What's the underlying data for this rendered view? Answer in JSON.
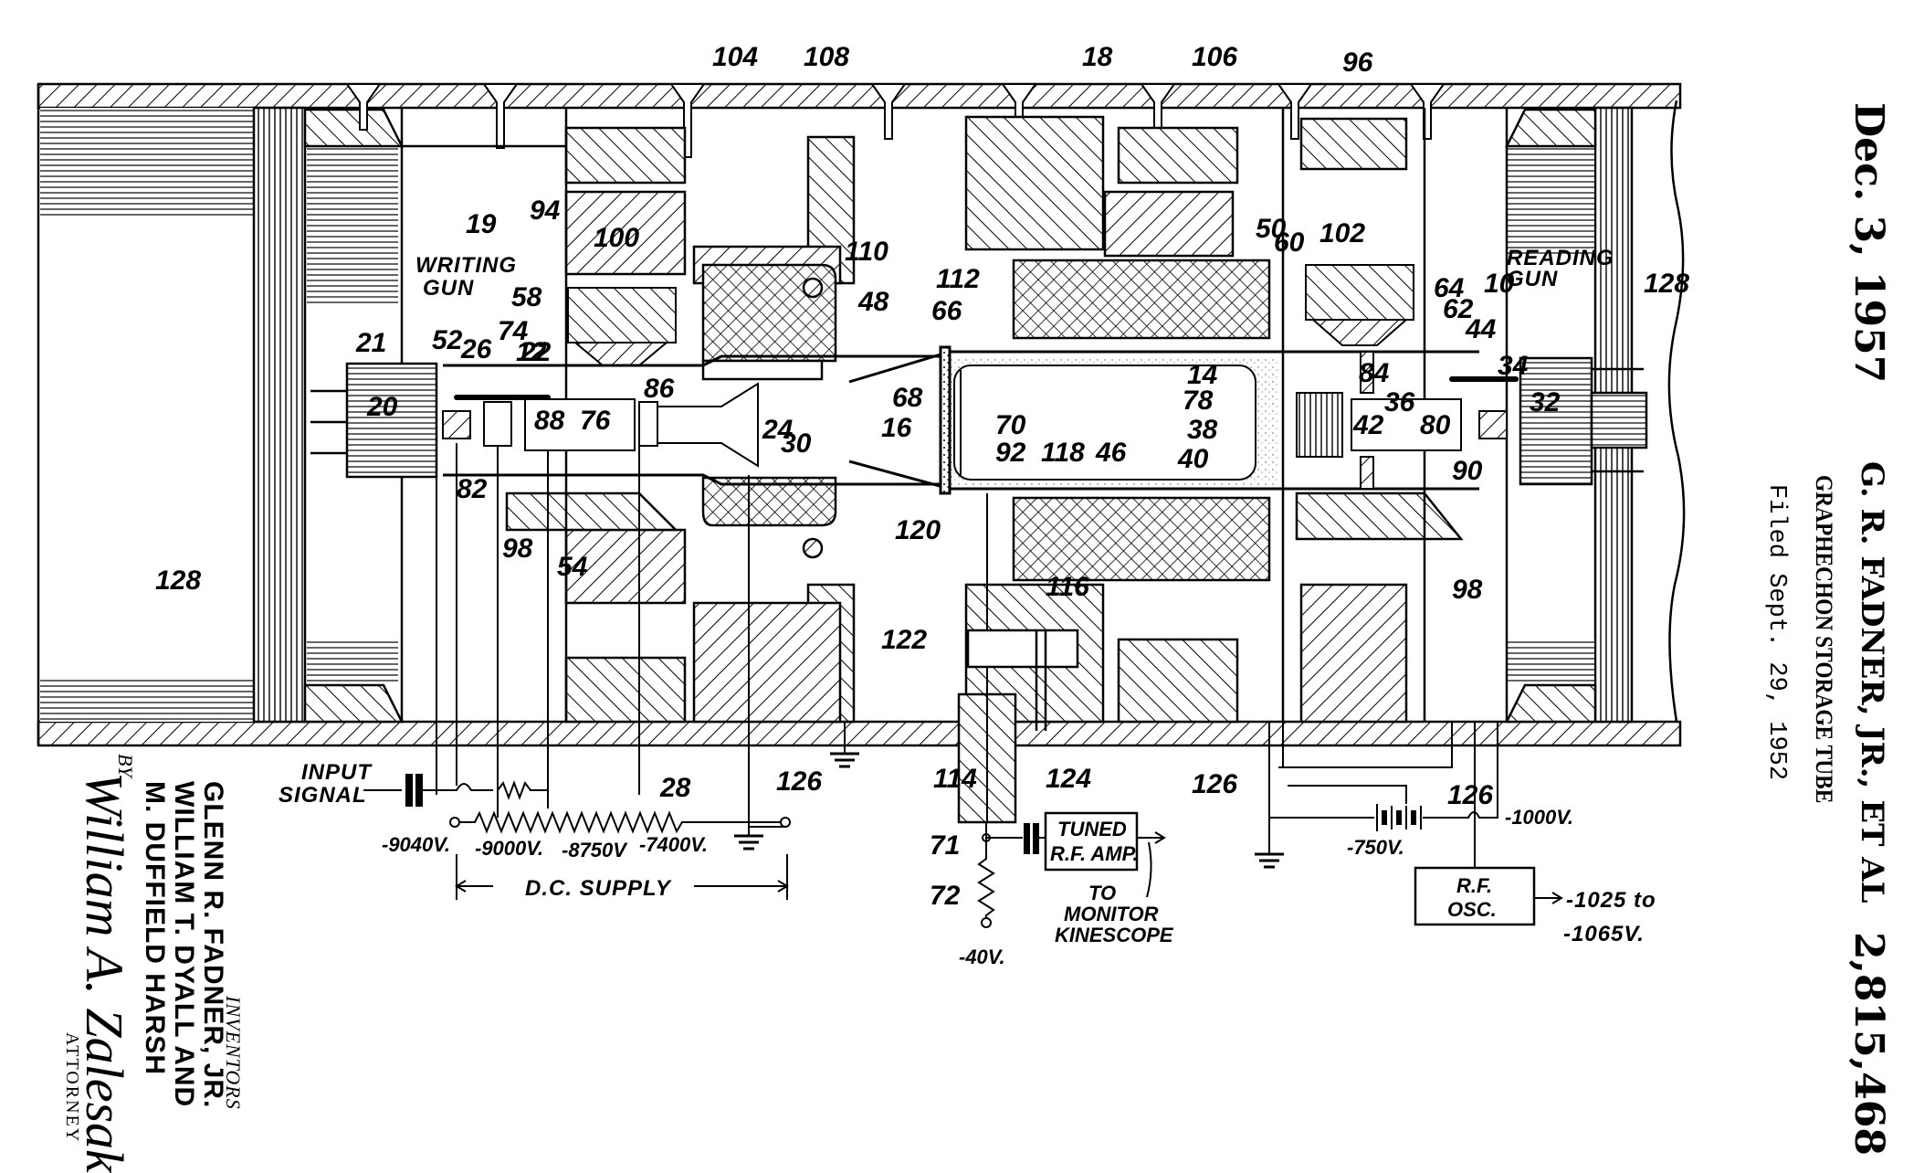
{
  "header": {
    "date": "Dec. 3, 1957",
    "inventor_line": "G. R. FADNER, JR., ET AL",
    "title": "GRAPHECHON STORAGE TUBE",
    "filed": "Filed Sept. 29, 1952",
    "patent_number": "2,815,468"
  },
  "inventors_block": {
    "caption": "INVENTORS",
    "names": [
      "GLENN R. FADNER, JR.",
      "WILLIAM T. DYALL AND",
      "M. DUFFIELD HARSH"
    ],
    "by": "BY",
    "signature": "William A. Zalesak",
    "attorney_label": "ATTORNEY"
  },
  "annotations": {
    "writing_gun": [
      "WRITING",
      "GUN"
    ],
    "reading_gun": [
      "READING",
      "GUN"
    ],
    "input_signal": [
      "INPUT",
      "SIGNAL"
    ],
    "dc_supply": "D.C. SUPPLY",
    "tuned_rf_amp": [
      "TUNED",
      "R.F. AMP."
    ],
    "to_monitor": [
      "TO",
      "MONITOR",
      "KINESCOPE"
    ],
    "rf_osc": [
      "R.F.",
      "OSC."
    ],
    "osc_range": [
      "-1025 to",
      "-1065V."
    ]
  },
  "voltages": {
    "v9040": "-9040V.",
    "v9000": "-9000V.",
    "v8750": "-8750V",
    "v7400": "-7400V.",
    "v40": "-40V.",
    "v750": "-750V.",
    "v1000": "-1000V."
  },
  "reference_numerals": [
    "104",
    "108",
    "18",
    "106",
    "96",
    "19",
    "94",
    "100",
    "58",
    "12",
    "74",
    "22",
    "26",
    "52",
    "21",
    "20",
    "88",
    "76",
    "86",
    "24",
    "30",
    "110",
    "48",
    "112",
    "66",
    "68",
    "16",
    "70",
    "92",
    "118",
    "46",
    "50",
    "60",
    "102",
    "64",
    "62",
    "10",
    "44",
    "34",
    "32",
    "84",
    "36",
    "42",
    "80",
    "14",
    "78",
    "38",
    "40",
    "90",
    "128",
    "128",
    "82",
    "98",
    "54",
    "120",
    "122",
    "116",
    "98",
    "126",
    "114",
    "124",
    "126",
    "126",
    "28",
    "71",
    "72"
  ]
}
